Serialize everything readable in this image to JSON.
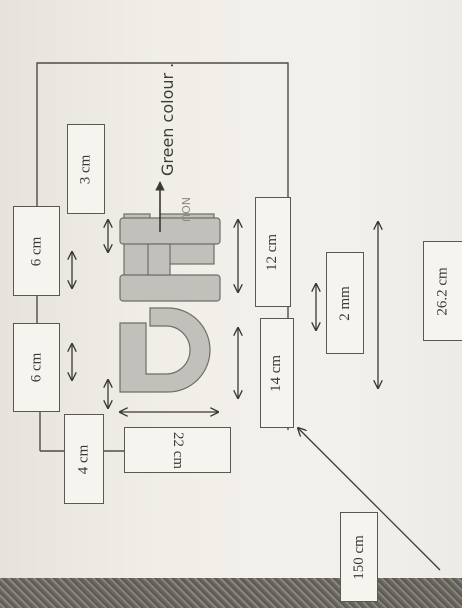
{
  "note": "Green colour .",
  "logo_text": "NOU",
  "boxes": {
    "left_top": "6 cm",
    "left_mid": "6 cm",
    "left_bottom": "4 cm",
    "inner_top": "3 cm",
    "bottom_box": "22 cm",
    "right_top": "12 cm",
    "right_bottom": "14 cm",
    "gap": "2 mm",
    "outside_height": "26.2 cm",
    "corner": "150 cm"
  },
  "colors": {
    "ink": "#3a3935",
    "logo_fill": "#c2c0bb",
    "logo_outline": "#6f6d68"
  }
}
